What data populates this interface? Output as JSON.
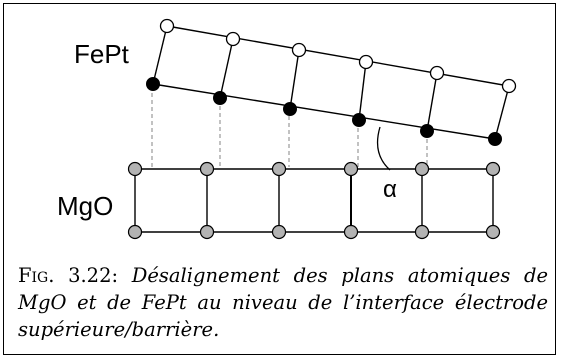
{
  "figure": {
    "labels": {
      "top_layer": "FePt",
      "bottom_layer": "MgO",
      "angle": "α"
    },
    "caption": {
      "figure_number": "Fig. 3.22:",
      "title": "Désalignement des plans atomiques de MgO et de FePt au niveau de l’interface électrode supérieure/barrière."
    },
    "colors": {
      "line": "#000000",
      "filled_atom": "#000000",
      "open_atom": "#ffffff",
      "mgo_atom": "#b3b3b3",
      "projection_line": "#999999"
    }
  }
}
